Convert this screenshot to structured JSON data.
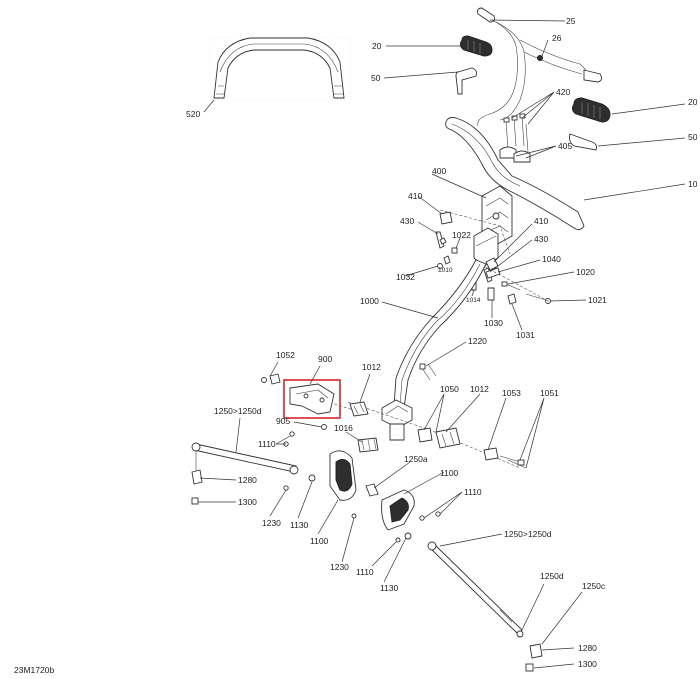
{
  "diagram": {
    "code": "23M1720b",
    "highlight_color": "#d7262b",
    "labels": {
      "l25": "25",
      "l26": "26",
      "l20a": "20",
      "l20b": "20",
      "l50a": "50",
      "l50b": "50",
      "l10": "10",
      "l520": "520",
      "l420": "420",
      "l405": "405",
      "l400": "400",
      "l410a": "410",
      "l410b": "410",
      "l430a": "430",
      "l430b": "430",
      "l1022": "1022",
      "l1010": "1010",
      "l1032": "1032",
      "l1040": "1040",
      "l1020": "1020",
      "l1021": "1021",
      "l1014": "1014",
      "l1030": "1030",
      "l1031": "1031",
      "l1000": "1000",
      "l1220": "1220",
      "l1052": "1052",
      "l900": "900",
      "l1012a": "1012",
      "l1012b": "1012",
      "l1050": "1050",
      "l1053": "1053",
      "l1051": "1051",
      "l905": "905",
      "l1016": "1016",
      "l1250a": "1250>1250d",
      "l1250b": "1250>1250d",
      "l1250c": "1250a",
      "l1250d": "1250d",
      "l1250e": "1250c",
      "l1110a": "1110",
      "l1110b": "1110",
      "l1110c": "1110",
      "l1100a": "1100",
      "l1100b": "1100",
      "l1280a": "1280",
      "l1280b": "1280",
      "l1300a": "1300",
      "l1300b": "1300",
      "l1230a": "1230",
      "l1230b": "1230",
      "l1130a": "1130",
      "l1130b": "1130"
    }
  }
}
